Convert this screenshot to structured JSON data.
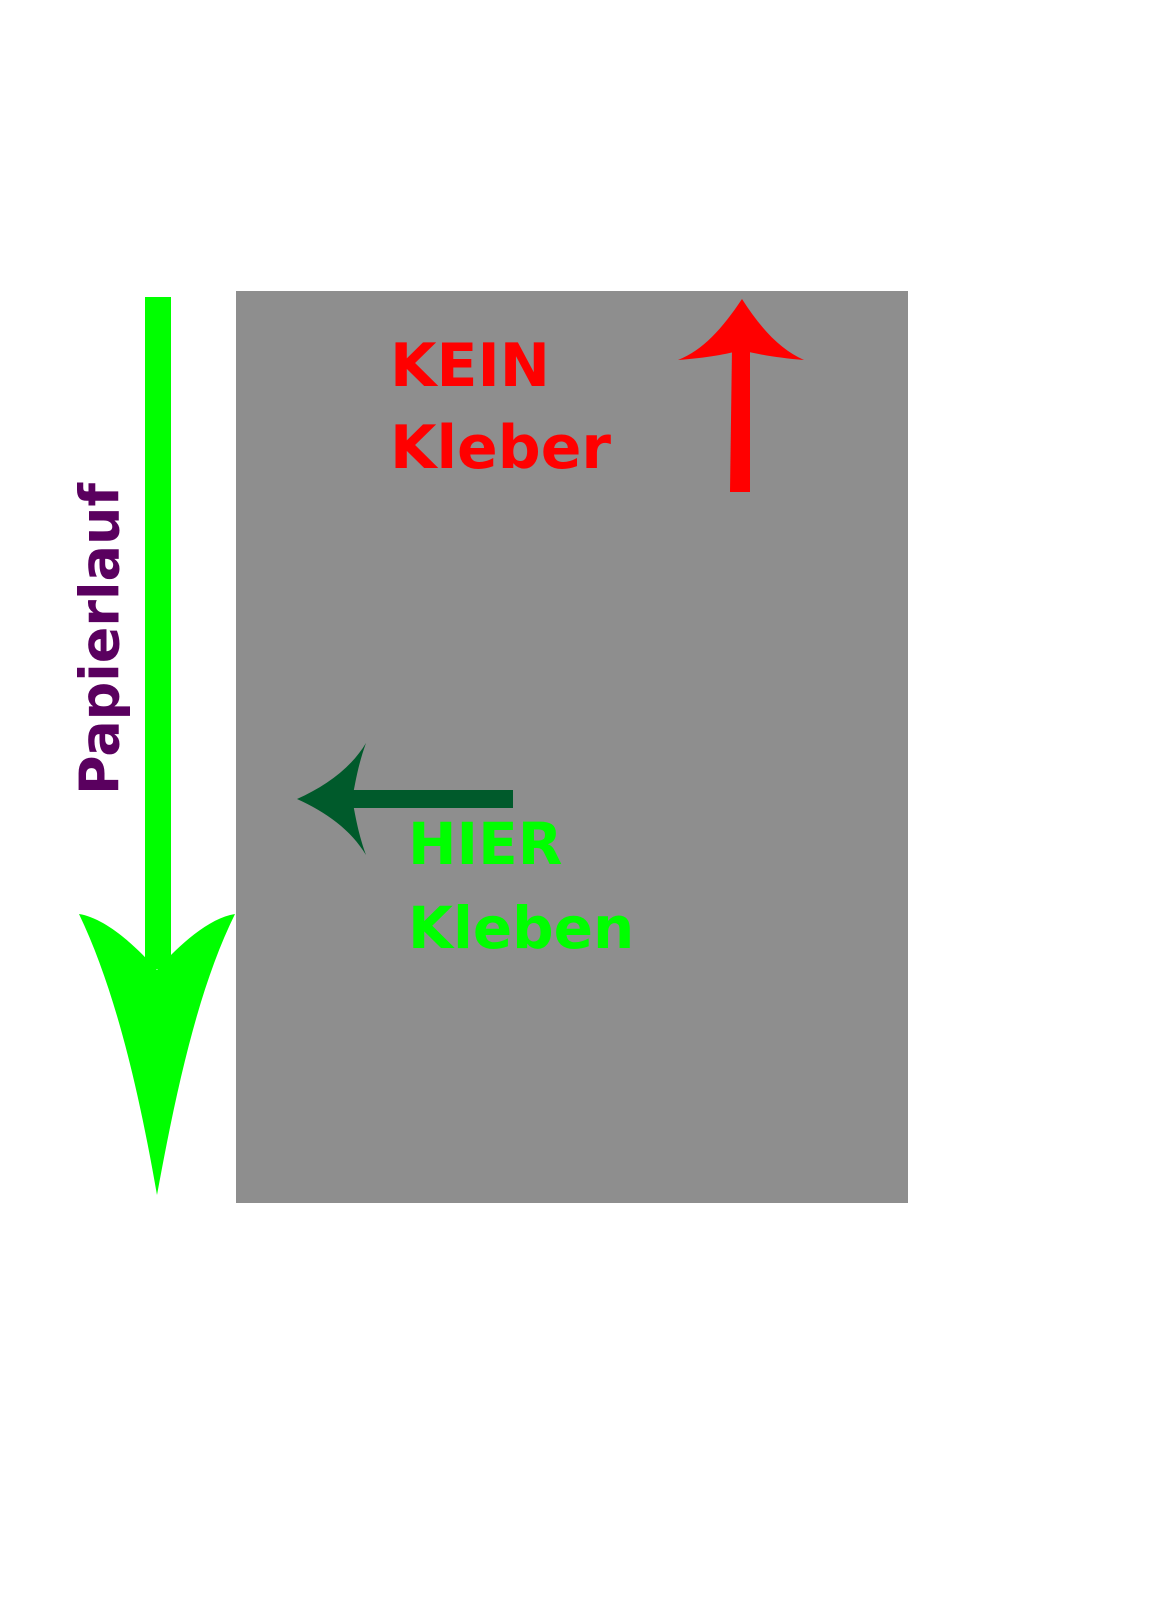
{
  "labels": {
    "no_glue": {
      "line1": "KEIN",
      "line2": "Kleber"
    },
    "glue_here": {
      "line1": "HIER",
      "line2": "Kleben"
    },
    "paper_direction": "Papierlauf"
  },
  "colors": {
    "sheet": "#8e8e8e",
    "background": "#ffffff",
    "no_glue_red": "#ff0000",
    "glue_here_green": "#00ff00",
    "dark_green_arrow": "#005a2b",
    "paper_direction_purple": "#5a005f",
    "paper_direction_arrow_green": "#00ff00"
  },
  "icons": {
    "paper_direction_arrow": "arrow-down-icon",
    "no_glue_arrow": "arrow-up-icon",
    "glue_here_arrow": "arrow-left-icon"
  }
}
